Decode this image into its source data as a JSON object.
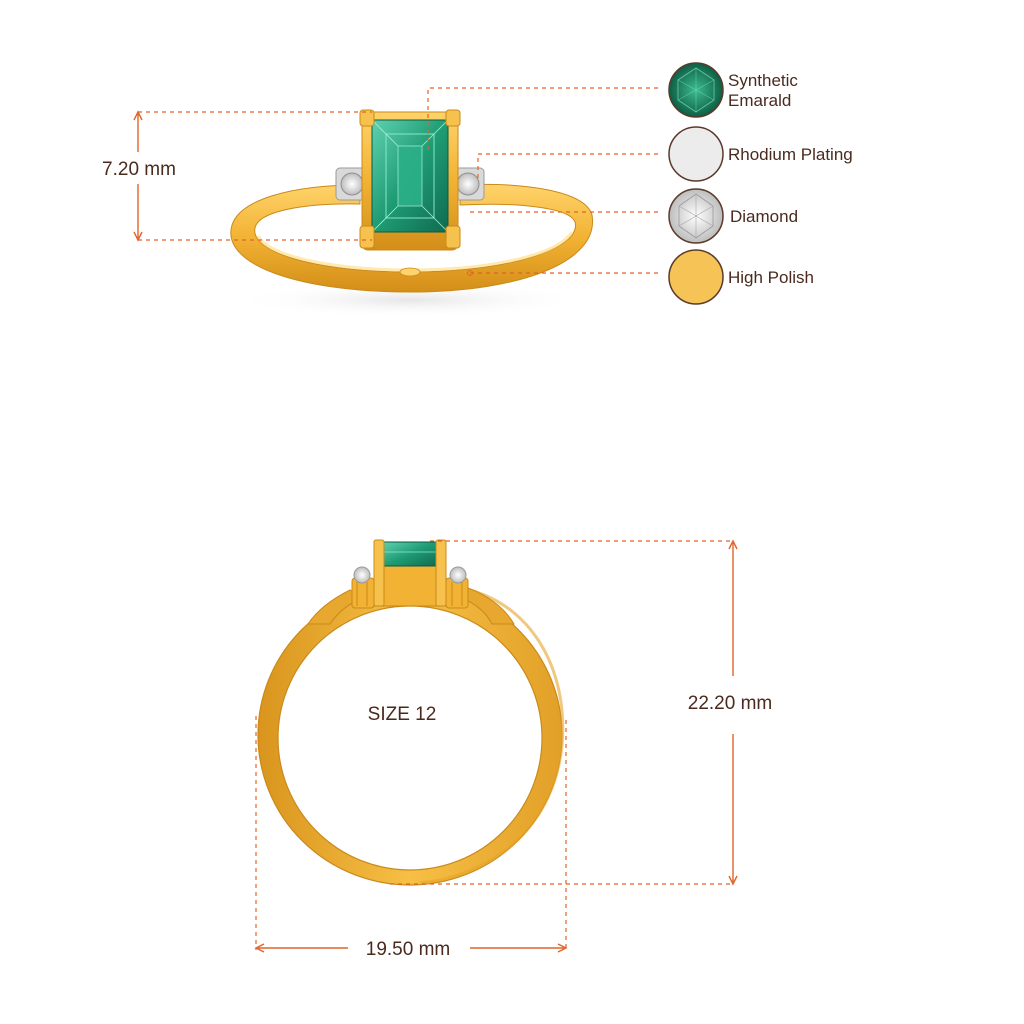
{
  "legend": {
    "items": [
      {
        "label_line1": "Synthetic",
        "label_line2": "Emarald",
        "icon": "synthetic-emerald-swatch",
        "color": "#1f8f6a"
      },
      {
        "label_line1": "Rhodium Plating",
        "label_line2": "",
        "icon": "rhodium-swatch",
        "color": "#ececec"
      },
      {
        "label_line1": "Diamond",
        "label_line2": "",
        "icon": "diamond-swatch",
        "color": "#f2f2f2"
      },
      {
        "label_line1": "High Polish",
        "label_line2": "",
        "icon": "high-polish-swatch",
        "color": "#f6c456"
      }
    ]
  },
  "dimensions": {
    "height": "7.20 mm",
    "total_height": "22.20 mm",
    "width": "19.50 mm",
    "size": "SIZE 12"
  },
  "colors": {
    "gold": "#f2b233",
    "gold_dark": "#d38e18",
    "gold_light": "#ffd36b",
    "emerald": "#1f9c74",
    "emerald_dark": "#0f6b50",
    "emerald_light": "#5fd1b0",
    "guide": "#e0642a",
    "text": "#4a2a1e"
  }
}
